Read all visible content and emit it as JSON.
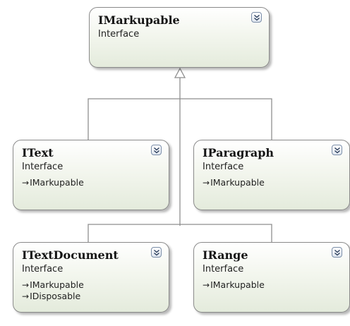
{
  "diagram": {
    "nodes": [
      {
        "id": "imarkupable",
        "name": "IMarkupable",
        "stereotype": "Interface",
        "implements": []
      },
      {
        "id": "itext",
        "name": "IText",
        "stereotype": "Interface",
        "implements": [
          "IMarkupable"
        ]
      },
      {
        "id": "iparagraph",
        "name": "IParagraph",
        "stereotype": "Interface",
        "implements": [
          "IMarkupable"
        ]
      },
      {
        "id": "itextdocument",
        "name": "ITextDocument",
        "stereotype": "Interface",
        "implements": [
          "IMarkupable",
          "IDisposable"
        ]
      },
      {
        "id": "irange",
        "name": "IRange",
        "stereotype": "Interface",
        "implements": [
          "IMarkupable"
        ]
      }
    ],
    "edges": [
      {
        "from": "itext",
        "to": "imarkupable",
        "type": "inheritance"
      },
      {
        "from": "iparagraph",
        "to": "imarkupable",
        "type": "inheritance"
      },
      {
        "from": "itextdocument",
        "to": "imarkupable",
        "type": "inheritance"
      },
      {
        "from": "irange",
        "to": "imarkupable",
        "type": "inheritance"
      }
    ],
    "icons": {
      "collapse": "chevron-double-down-icon",
      "implements": "lollipop-arrow-icon"
    }
  }
}
